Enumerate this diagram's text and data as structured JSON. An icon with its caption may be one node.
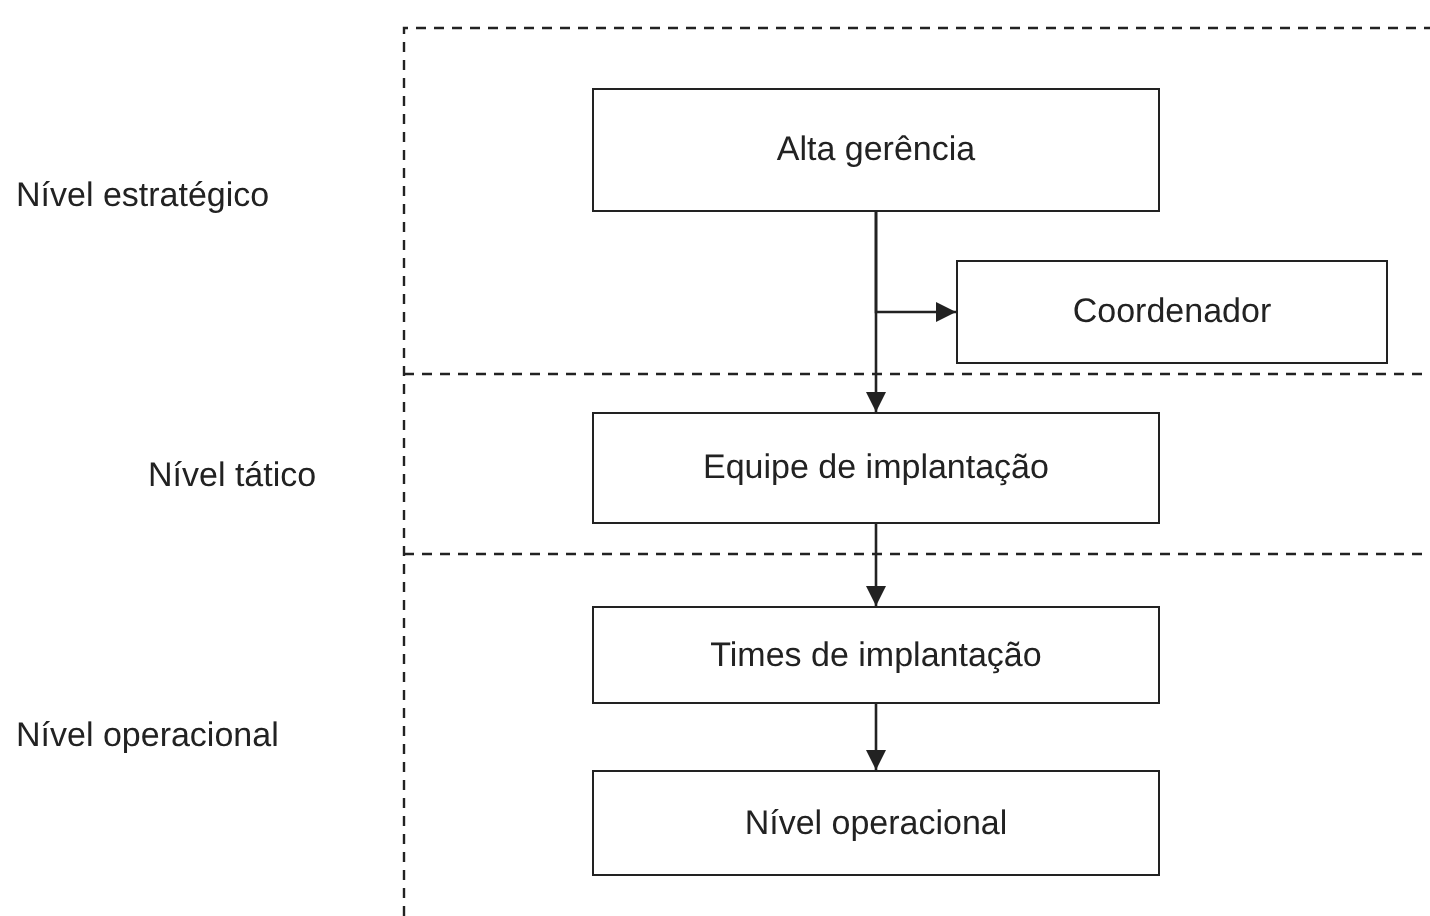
{
  "diagram": {
    "nodes": [
      {
        "text": [
          "Alta gerência"
        ]
      },
      {
        "text": [
          "Coordenador"
        ]
      },
      {
        "text": [
          "Equipe de implantação"
        ]
      },
      {
        "text": [
          "Times de implantação"
        ]
      },
      {
        "text": [
          "Nível operacional"
        ]
      }
    ],
    "edges": [
      {
        "from": 0,
        "to": 2,
        "arrow": "to"
      },
      {
        "from": 0,
        "to": 1,
        "arrow": "to"
      },
      {
        "from": 2,
        "to": 3,
        "arrow": "to"
      },
      {
        "from": 3,
        "to": 4,
        "arrow": "to"
      }
    ],
    "labels": [
      "Nível estratégico",
      "Nível tático",
      "Nível operacional"
    ]
  }
}
